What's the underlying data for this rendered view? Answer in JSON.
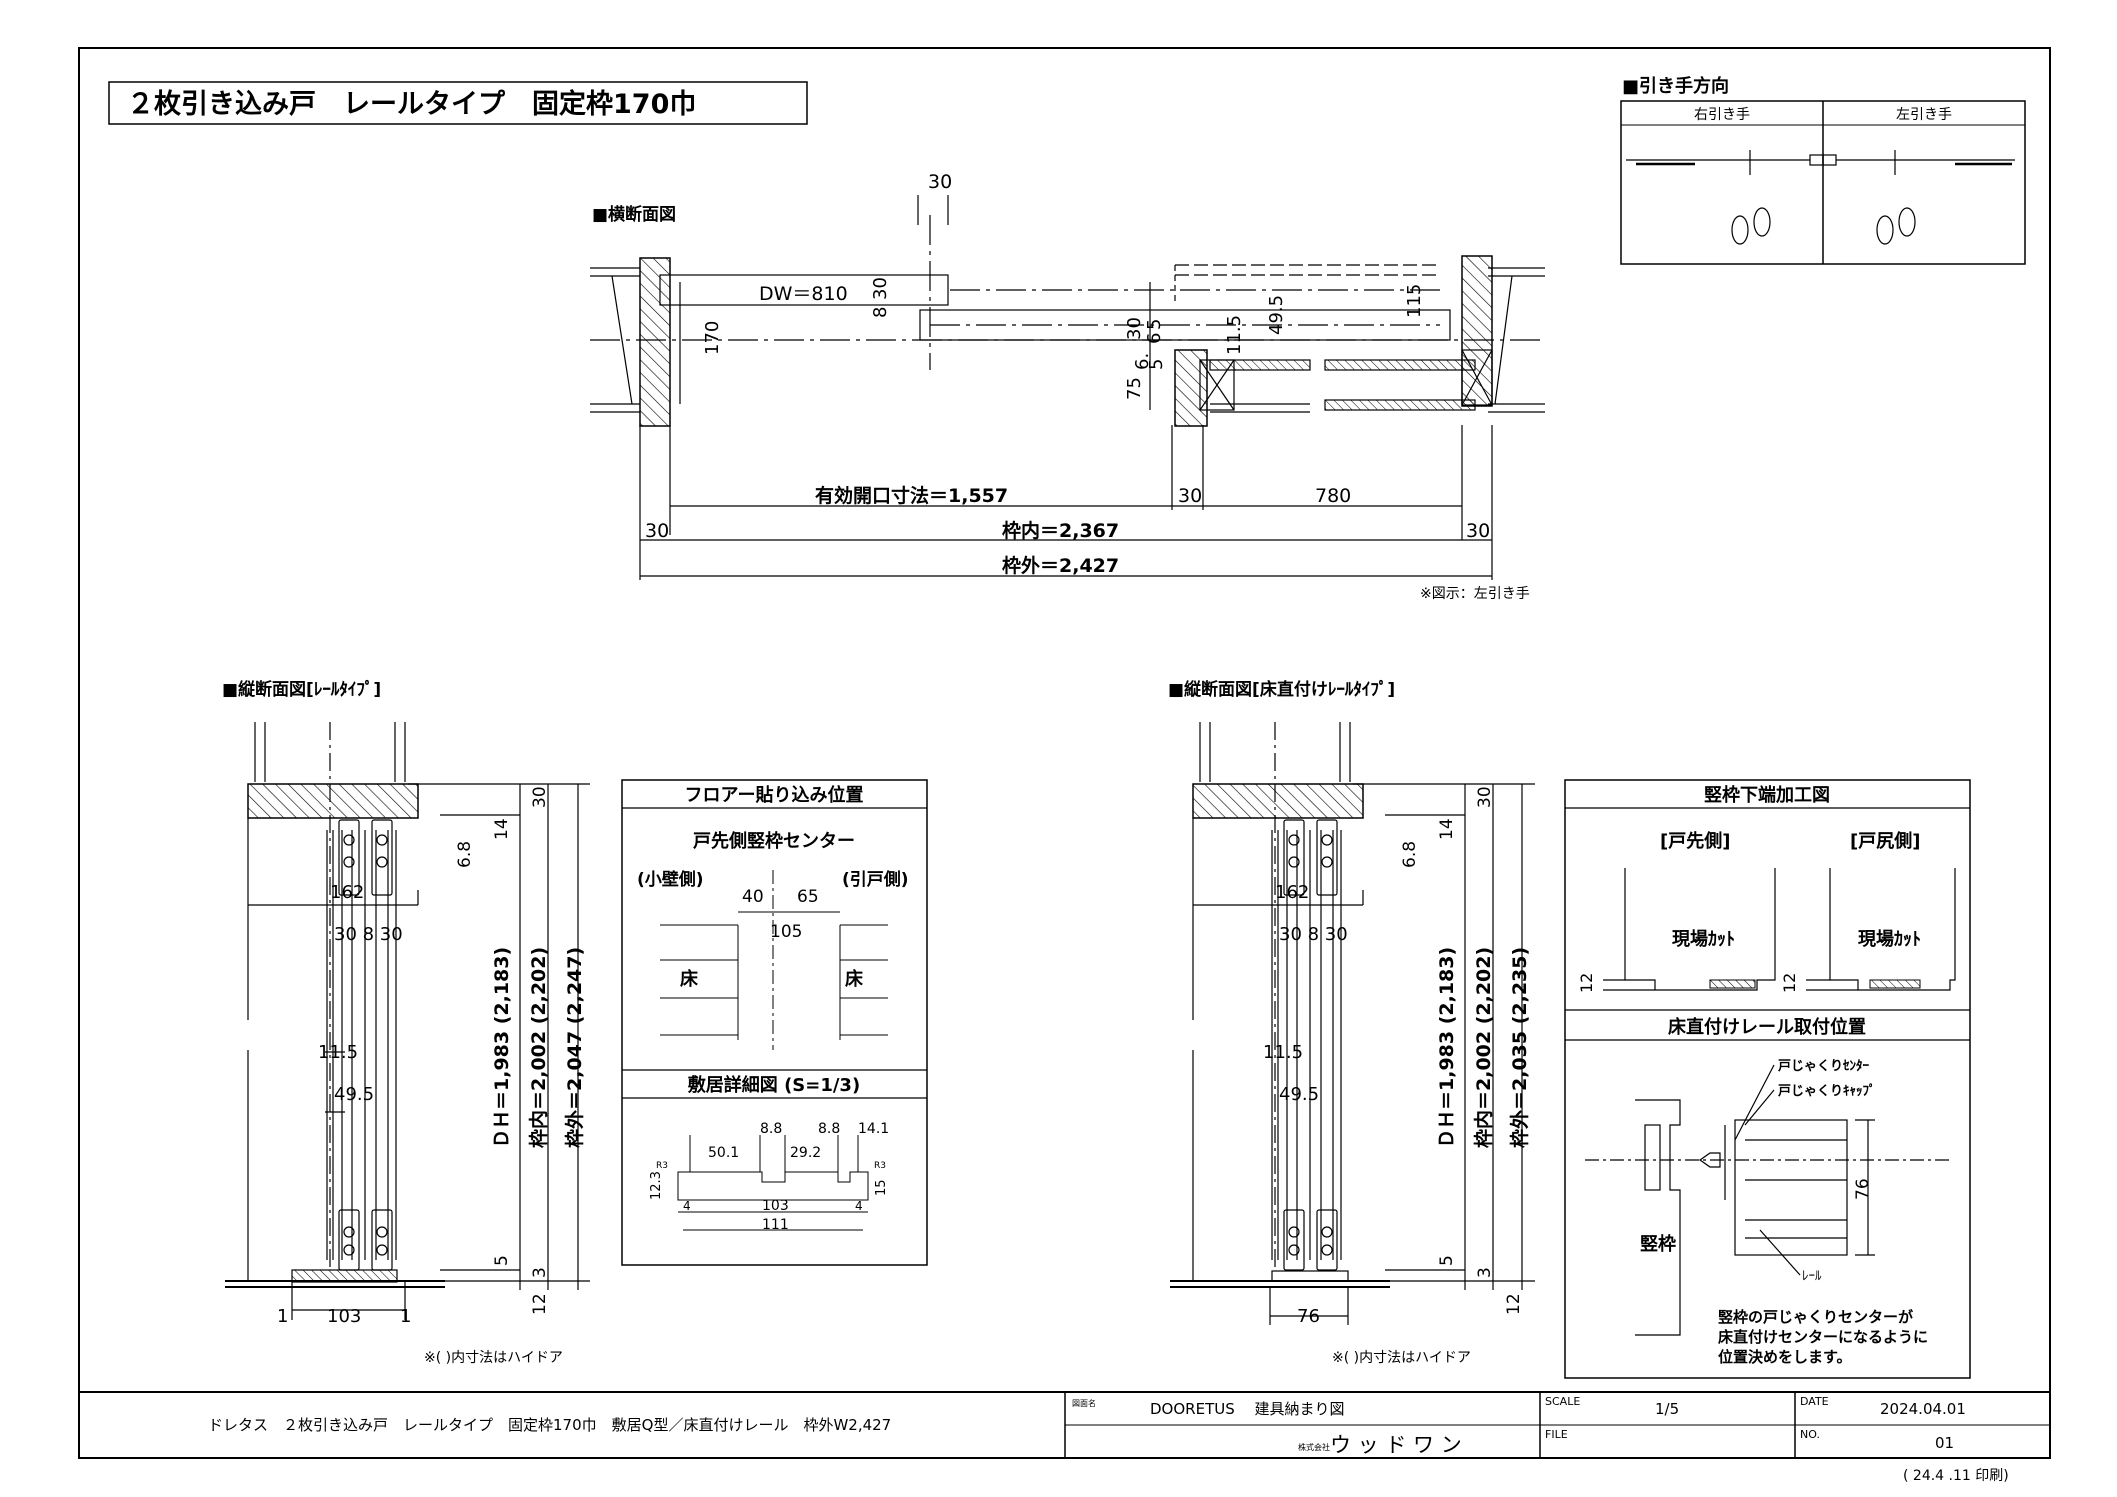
{
  "title": "２枚引き込み戸　レールタイプ　固定枠170巾",
  "handle_direction": {
    "heading": "■引き手方向",
    "right": "右引き手",
    "left": "左引き手"
  },
  "plan_section": {
    "heading": "■横断面図",
    "dw": "DW＝810",
    "dims": {
      "d30_top": "30",
      "d8": "8",
      "d30_side": "30",
      "d170": "170",
      "d30_b": "30",
      "d6_5a": "6",
      "d6_5b": "5",
      "d6_5c": "6.",
      "d6_5d": "5",
      "d75": "75",
      "d11_5": "11.5",
      "d49_5": "49.5",
      "d115": "115",
      "eff_open": "有効開口寸法＝1,557",
      "d30_mid": "30",
      "d780": "780",
      "d30_left": "30",
      "inner": "枠内＝2,367",
      "d30_right": "30",
      "outer": "枠外＝2,427"
    },
    "note": "※図示：左引き手"
  },
  "vsec_left": {
    "heading": "■縦断面図[ﾚｰﾙﾀｲﾌﾟ]",
    "d162": "162",
    "d30_8_30": "30 8 30",
    "d11_5": "11.5",
    "d49_5": "49.5",
    "d103": "103",
    "d1a": "1",
    "d1b": "1",
    "d30": "30",
    "d14": "14",
    "d6_8": "6.8",
    "d5": "5",
    "d3": "3",
    "d12": "12",
    "dh": "ＤＨ＝1,983 (2,183)",
    "inner": "枠内＝2,002 (2,202)",
    "outer": "枠外＝2,047 (2,247)",
    "note": "※(  )内寸法はハイドア"
  },
  "floor_box": {
    "heading": "フロアー貼り込み位置",
    "center": "戸先側竪枠センター",
    "left_side": "(小壁側)",
    "right_side": "(引戸側)",
    "d40": "40",
    "d65": "65",
    "d105": "105",
    "floor_l": "床",
    "floor_r": "床"
  },
  "sill_box": {
    "heading": "敷居詳細図 (S=1/3)",
    "d8_8a": "8.8",
    "d8_8b": "8.8",
    "d14_1": "14.1",
    "d50_1": "50.1",
    "d29_2": "29.2",
    "r3a": "R3",
    "r3b": "R3",
    "d12_3": "12.3",
    "d15": "15",
    "d4a": "4",
    "d4b": "4",
    "d103": "103",
    "d111": "111"
  },
  "vsec_right": {
    "heading": "■縦断面図[床直付けﾚｰﾙﾀｲﾌﾟ]",
    "d162": "162",
    "d30_8_30": "30 8 30",
    "d11_5": "11.5",
    "d49_5": "49.5",
    "d76": "76",
    "d30": "30",
    "d14": "14",
    "d6_8": "6.8",
    "d5": "5",
    "d3": "3",
    "d12": "12",
    "dh": "ＤＨ＝1,983 (2,183)",
    "inner": "枠内＝2,002 (2,202)",
    "outer": "枠外＝2,035 (2,235)",
    "note": "※(  )内寸法はハイドア"
  },
  "frame_box": {
    "heading": "竪枠下端加工図",
    "tosaki": "[戸先側]",
    "tojiri": "[戸尻側]",
    "cut1": "現場ｶｯﾄ",
    "cut2": "現場ｶｯﾄ",
    "d12a": "12",
    "d12b": "12"
  },
  "rail_box": {
    "heading": "床直付けレール取付位置",
    "label1": "戸じゃくりｾﾝﾀｰ",
    "label2": "戸じゃくりｷｬｯﾌﾟ",
    "d76": "76",
    "frame": "竪枠",
    "rail": "ﾚｰﾙ",
    "note1": "竪枠の戸じゃくりセンターが",
    "note2": "床直付けセンターになるように",
    "note3": "位置決めをします。"
  },
  "titleblock": {
    "description": "ドレタス　２枚引き込み戸　レールタイプ　固定枠170巾　敷居Q型／床直付けレール　枠外W2,427",
    "drawing_label": "図面名",
    "drawing_name": "DOORETUS　 建具納まり図",
    "company_prefix": "株式会社",
    "company": "ウ ッ ド ワ ン",
    "scale_label": "SCALE",
    "scale": "1/5",
    "file_label": "FILE",
    "date_label": "DATE",
    "date": "2024.04.01",
    "no_label": "NO.",
    "no": "01"
  },
  "print_date": "( 24.4 .11 印刷)"
}
